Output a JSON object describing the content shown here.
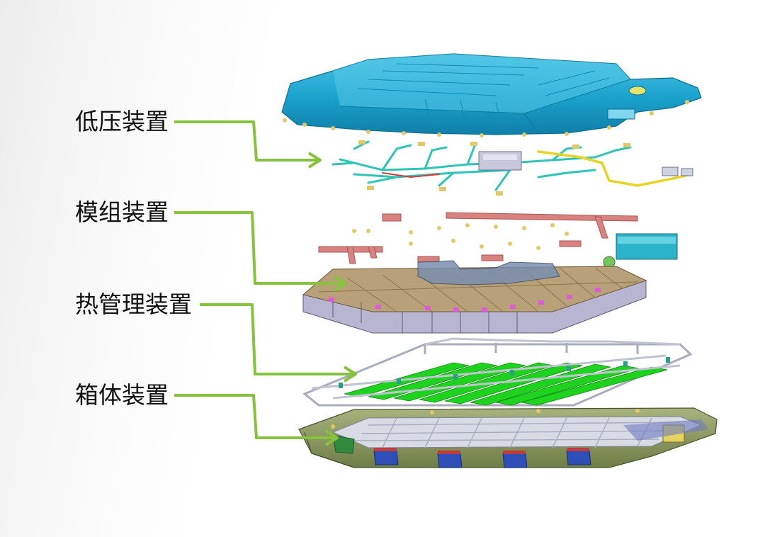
{
  "labels": {
    "low_voltage": "低压装置",
    "module": "模组装置",
    "thermal": "热管理装置",
    "housing": "箱体装置"
  },
  "colors": {
    "leader_line": "#86c23e",
    "top_cover": "#19a3cc",
    "harness": "#2ec4b6",
    "harness_yellow": "#e8d422",
    "busbar": "#d9827f",
    "module_top": "#b8a178",
    "module_side": "#b8b5d2",
    "cooling_plate": "#1ed31e",
    "tray": "#8b9a5f",
    "tray_mount": "#2e4fb8"
  }
}
